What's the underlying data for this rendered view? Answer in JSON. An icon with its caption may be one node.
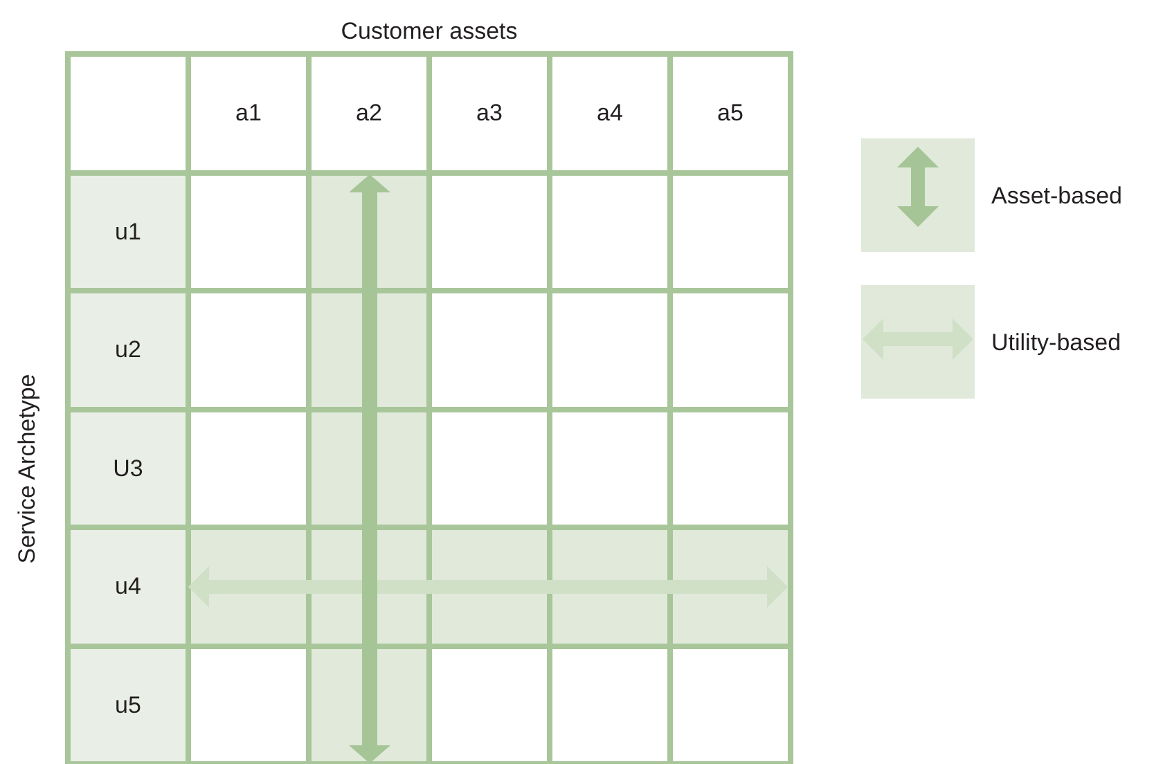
{
  "diagram": {
    "labels": [
      "Customer assets",
      "a1",
      "a2",
      "a3",
      "a4",
      "a5",
      "Service Archetype",
      "u1",
      "u2",
      "U3",
      "u4",
      "u5"
    ],
    "legend": [
      {
        "text": "Asset-based"
      },
      {
        "text": "Utility-based"
      }
    ]
  }
}
